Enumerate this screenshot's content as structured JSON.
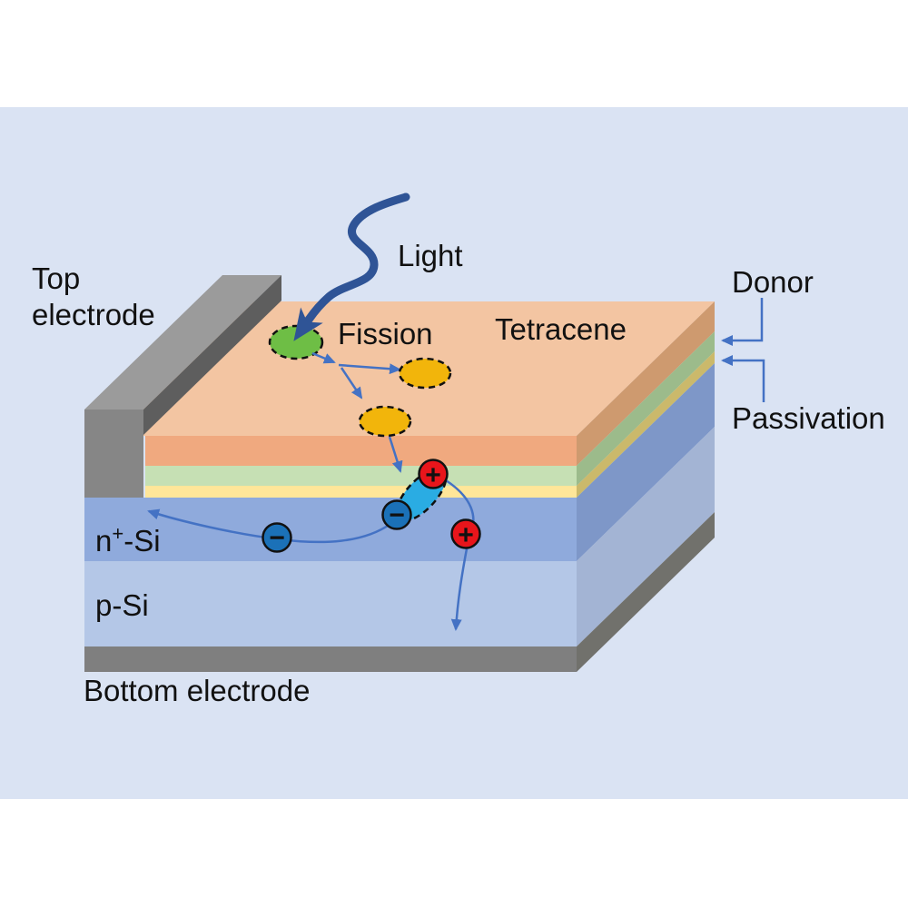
{
  "figure": {
    "description": "Singlet fission tetracene-silicon solar cell schematic"
  },
  "colors": {
    "panel_bg": "#DAE3F3",
    "light_arrow": "#2F5496",
    "annotation_arrow": "#4472C4",
    "top_electrode_front": "#868686",
    "top_electrode_top": "#9B9B9B",
    "top_electrode_side": "#5E5E5E",
    "bottom_electrode_front": "#7F7F7F",
    "bottom_electrode_side": "#71716C",
    "singlet_exciton": "#6EBE45",
    "triplet_exciton": "#F2B50B",
    "charge_transfer_state": "#2AACE3",
    "electron": "#1B71B8",
    "hole": "#E8151B"
  },
  "layers": [
    {
      "name": "Tetracene",
      "top": "#F3C5A2",
      "front": "#F0A97F",
      "side": "#CE9A6F"
    },
    {
      "name": "Donor",
      "front": "#C6E0B4",
      "side": "#9CBB8B"
    },
    {
      "name": "Passivation",
      "front": "#FFE699",
      "side": "#CBB96B"
    },
    {
      "name": "n+-Si",
      "front": "#8FAADC",
      "side": "#7E97C8"
    },
    {
      "name": "p-Si",
      "front": "#B4C7E7",
      "side": "#A3B4D4"
    }
  ],
  "labels": {
    "top_electrode_line1": "Top",
    "top_electrode_line2": "electrode",
    "light": "Light",
    "fission": "Fission",
    "tetracene": "Tetracene",
    "donor": "Donor",
    "passivation": "Passivation",
    "n_si_base": "n",
    "n_si_sup": "+",
    "n_si_rest": "-Si",
    "p_si": "p-Si",
    "bottom_electrode": "Bottom electrode"
  },
  "charges": {
    "plus": "+",
    "minus": "−"
  }
}
